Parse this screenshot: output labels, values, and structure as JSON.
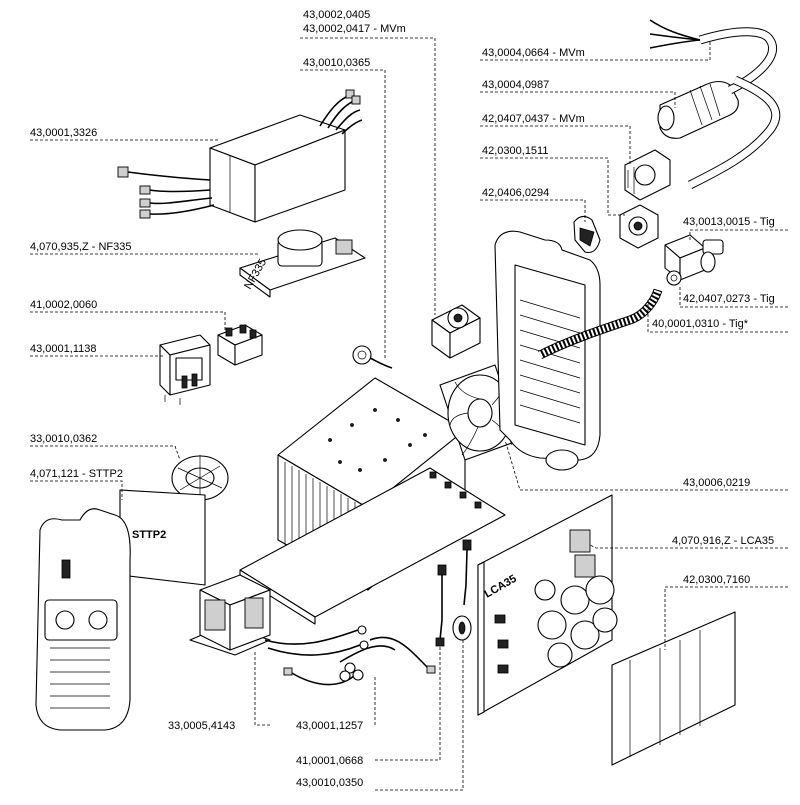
{
  "callouts": [
    {
      "id": "c01",
      "label": "43,0002,0405"
    },
    {
      "id": "c02",
      "label": "43,0002,0417 - MVm"
    },
    {
      "id": "c03",
      "label": "43,0010,0365"
    },
    {
      "id": "c04",
      "label": "43,0004,0664 - MVm"
    },
    {
      "id": "c05",
      "label": "43,0004,0987"
    },
    {
      "id": "c06",
      "label": "43,0001,3326"
    },
    {
      "id": "c07",
      "label": "42,0407,0437 - MVm"
    },
    {
      "id": "c08",
      "label": "42,0300,1511"
    },
    {
      "id": "c09",
      "label": "42,0406,0294"
    },
    {
      "id": "c10",
      "label": "4,070,935,Z - NF335"
    },
    {
      "id": "c11",
      "label": "43,0013,0015 - Tig"
    },
    {
      "id": "c12",
      "label": "41,0002,0060"
    },
    {
      "id": "c13",
      "label": "42,0407,0273 - Tig"
    },
    {
      "id": "c14",
      "label": "43,0001,1138"
    },
    {
      "id": "c15",
      "label": "40,0001,0310 - Tig*"
    },
    {
      "id": "c16",
      "label": "33,0010,0362"
    },
    {
      "id": "c17",
      "label": "4,071,121 - STTP2"
    },
    {
      "id": "c18",
      "label": "43,0006,0219"
    },
    {
      "id": "c19",
      "label": "4,070,916,Z - LCA35"
    },
    {
      "id": "c20",
      "label": "42,0300,7160"
    },
    {
      "id": "c21",
      "label": "33,0005,4143"
    },
    {
      "id": "c22",
      "label": "43,0001,1257"
    },
    {
      "id": "c23",
      "label": "41,0001,0668"
    },
    {
      "id": "c24",
      "label": "43,0010,0350"
    }
  ],
  "board_text": {
    "nf": "NF335",
    "sttp": "STTP2",
    "lca": "LCA35"
  }
}
